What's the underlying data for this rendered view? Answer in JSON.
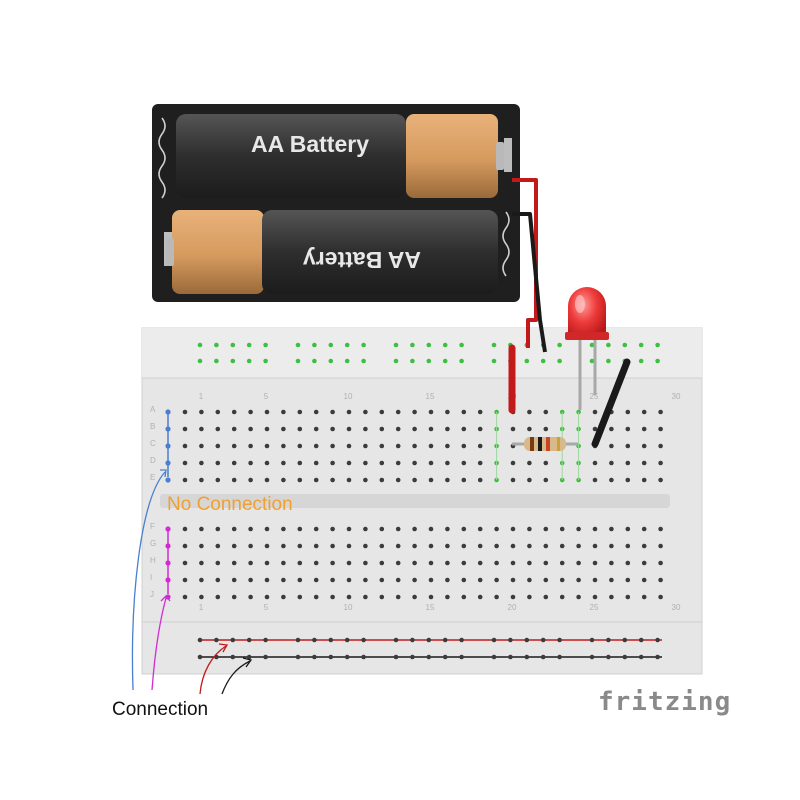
{
  "battery": {
    "label_top": "AA Battery",
    "label_bottom": "AA Battery"
  },
  "breadboard": {
    "row_letters_top": [
      "A",
      "B",
      "C",
      "D",
      "E"
    ],
    "row_letters_bottom": [
      "F",
      "G",
      "H",
      "I",
      "J"
    ],
    "column_numbers": [
      "1",
      "5",
      "10",
      "15",
      "20",
      "25",
      "30"
    ]
  },
  "annotations": {
    "no_connection": "No Connection",
    "connection": "Connection"
  },
  "logo": "fritzing",
  "colors": {
    "battery_case": "#1f1f1f",
    "battery_cell": "#3a3a3a",
    "battery_tip": "#d59a5e",
    "board": "#e6e6e6",
    "hole": "#3c3c3c",
    "hole_active": "#3fbf3f",
    "red_wire": "#c21a1a",
    "black_wire": "#1a1a1a",
    "led": "#e83a3a",
    "blue_annot": "#4a7fd0",
    "magenta_annot": "#d42ad4",
    "orange_text": "#f0a030"
  }
}
